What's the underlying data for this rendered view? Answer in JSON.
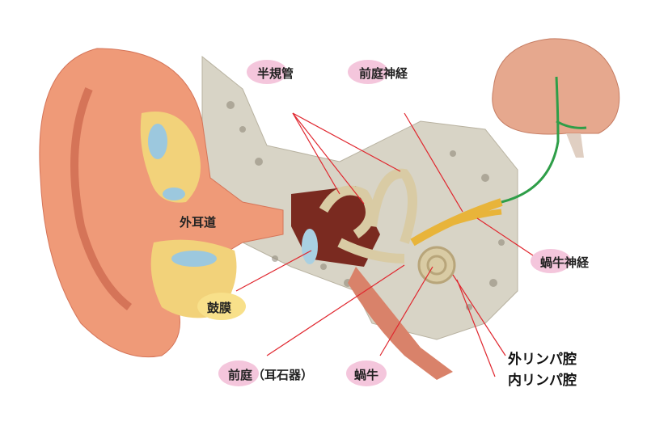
{
  "labels": {
    "semicircular_canals": "半規管",
    "vestibular_nerve": "前庭神経",
    "external_auditory_canal": "外耳道",
    "cochlear_nerve": "蝸牛神経",
    "eardrum": "鼓膜",
    "perilymphatic_space": "外リンパ腔",
    "endolymphatic_space": "内リンパ腔",
    "vestibule": "前庭（耳石器）",
    "cochlea": "蝸牛"
  },
  "colors": {
    "leader_line": "#e0262e",
    "pink_label": "#f4c6dc",
    "yellow_label": "#f8e08a",
    "nerve_green": "#2e9e48",
    "skin": "#ef9a78",
    "bone": "#d8d4c6"
  }
}
